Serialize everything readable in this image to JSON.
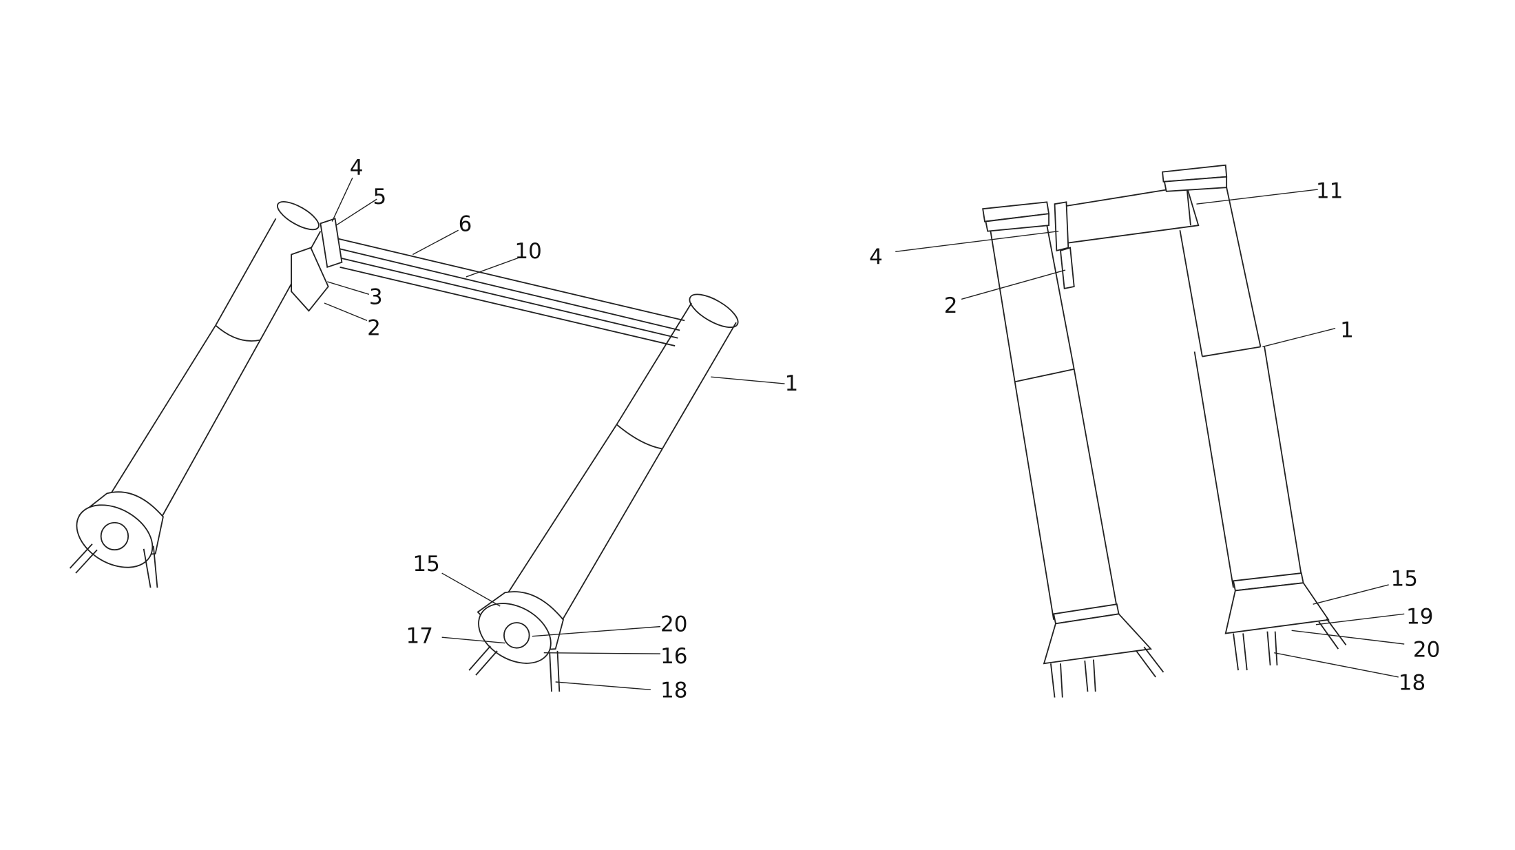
{
  "figure_left": {
    "labels": [
      "4",
      "5",
      "6",
      "10",
      "3",
      "2",
      "1",
      "15",
      "20",
      "17",
      "16",
      "18"
    ]
  },
  "figure_right": {
    "labels": [
      "11",
      "4",
      "2",
      "1",
      "15",
      "19",
      "20",
      "18"
    ]
  }
}
